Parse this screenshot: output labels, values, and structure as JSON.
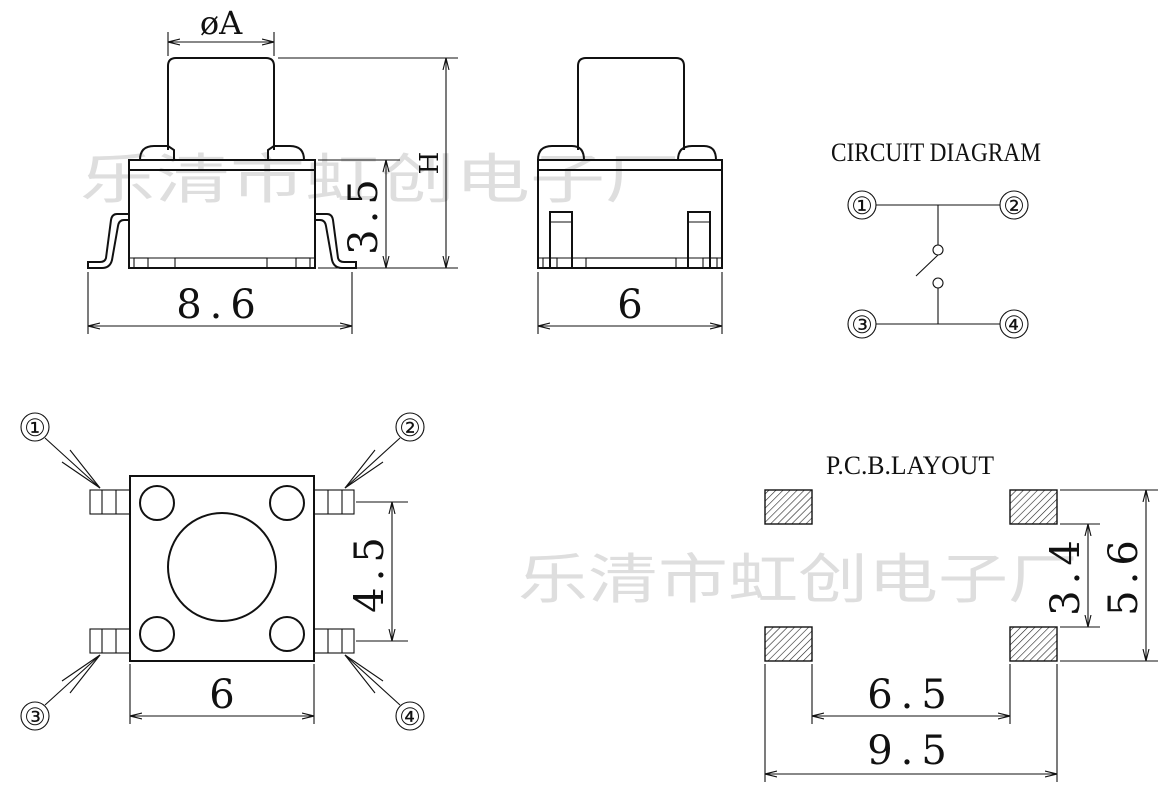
{
  "watermark": "乐清市虹创电子厂",
  "side_view": {
    "diameter_label": "øA",
    "height_label": "H",
    "body_height": "3.5",
    "width": "8.6"
  },
  "front_view": {
    "width": "6"
  },
  "circuit": {
    "title": "CIRCUIT DIAGRAM",
    "pins": [
      "①",
      "②",
      "③",
      "④"
    ]
  },
  "top_view": {
    "pins": [
      "①",
      "②",
      "③",
      "④"
    ],
    "width": "6",
    "pitch": "4.5"
  },
  "pcb": {
    "title": "P.C.B.LAYOUT",
    "inner_height": "3.4",
    "outer_height": "5.6",
    "inner_width": "6.5",
    "outer_width": "9.5"
  }
}
